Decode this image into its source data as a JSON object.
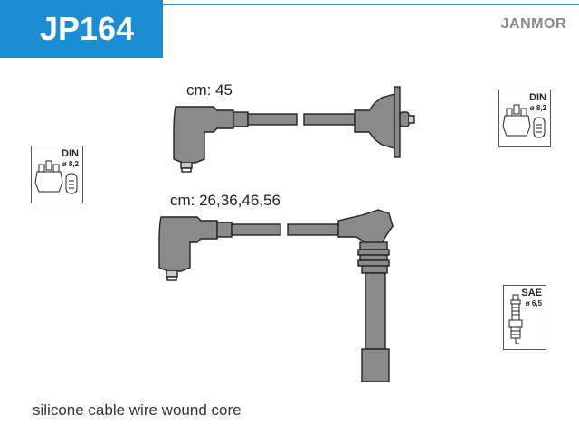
{
  "header": {
    "part_number": "JP164",
    "brand": "JANMOR"
  },
  "cables": [
    {
      "label": "cm: 45"
    },
    {
      "label": "cm: 26,36,46,56"
    }
  ],
  "spec_boxes": {
    "distributor_left": {
      "standard": "DIN",
      "diameter": "ø 8,2",
      "icon": "distributor-cap-icon"
    },
    "distributor_right": {
      "standard": "DIN",
      "diameter": "ø 8,2",
      "icon": "distributor-cap-icon"
    },
    "spark_plug": {
      "standard": "SAE",
      "diameter": "ø 6,5",
      "icon": "spark-plug-icon"
    }
  },
  "footer": {
    "description": "silicone cable wire wound core"
  },
  "colors": {
    "badge": "#1b8ed3",
    "wire_fill": "#8a8a8a",
    "outline": "#222222"
  }
}
